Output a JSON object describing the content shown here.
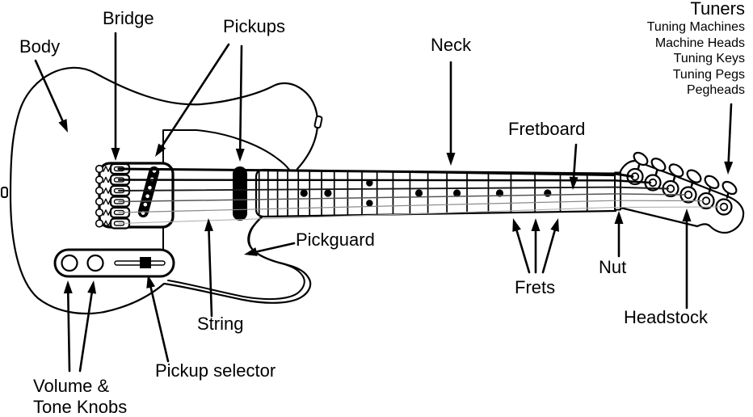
{
  "figure": {
    "description": "Labeled line diagram of an electric guitar (Telecaster style) with part annotations",
    "background_color": "#ffffff",
    "ink_color": "#000000"
  },
  "labels": {
    "body": "Body",
    "bridge": "Bridge",
    "pickups": "Pickups",
    "neck": "Neck",
    "fretboard": "Fretboard",
    "pickguard": "Pickguard",
    "string": "String",
    "pickup_selector": "Pickup selector",
    "volume_tone_line1": "Volume &",
    "volume_tone_line2": "Tone Knobs",
    "frets": "Frets",
    "nut": "Nut",
    "headstock": "Headstock",
    "tuners_title": "Tuners",
    "tuners_synonyms": [
      "Tuning Machines",
      "Machine Heads",
      "Tuning Keys",
      "Tuning Pegs",
      "Pegheads"
    ]
  }
}
